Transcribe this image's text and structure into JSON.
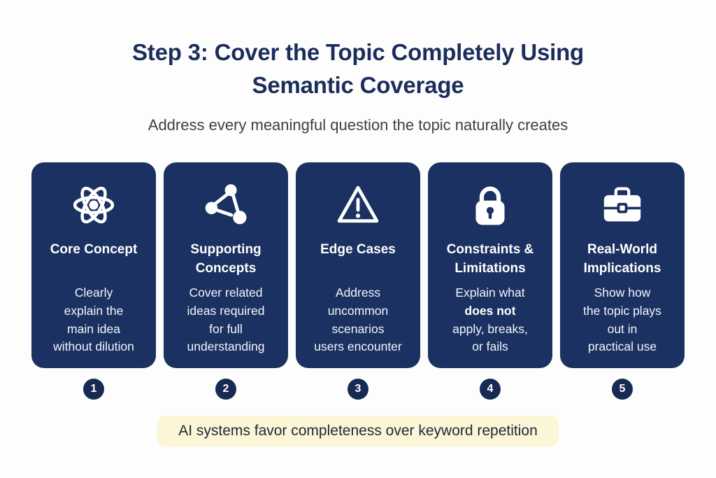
{
  "header": {
    "title": "Step 3: Cover the Topic Completely Using\nSemantic Coverage",
    "subtitle": "Address every meaningful question the topic naturally creates"
  },
  "cards": [
    {
      "number": "1",
      "icon": "atom-icon",
      "title_lines": [
        "Core Concept"
      ],
      "body_lines": [
        {
          "text": "Clearly"
        },
        {
          "text": "explain the"
        },
        {
          "text": "main idea"
        },
        {
          "text": "without dilution"
        }
      ]
    },
    {
      "number": "2",
      "icon": "network-icon",
      "title_lines": [
        "Supporting",
        "Concepts"
      ],
      "body_lines": [
        {
          "text": "Cover related"
        },
        {
          "text": "ideas required"
        },
        {
          "text": "for full"
        },
        {
          "text": "understanding"
        }
      ]
    },
    {
      "number": "3",
      "icon": "warning-triangle-icon",
      "title_lines": [
        "Edge Cases"
      ],
      "body_lines": [
        {
          "text": "Address"
        },
        {
          "text": "uncommon"
        },
        {
          "text": "scenarios"
        },
        {
          "text": "users encounter"
        }
      ]
    },
    {
      "number": "4",
      "icon": "lock-icon",
      "title_lines": [
        "Constraints &",
        "Limitations"
      ],
      "body_lines": [
        {
          "text": "Explain what"
        },
        {
          "text": "does not",
          "bold": true
        },
        {
          "text": "apply, breaks,"
        },
        {
          "text": "or fails"
        }
      ]
    },
    {
      "number": "5",
      "icon": "briefcase-icon",
      "title_lines": [
        "Real-World",
        "Implications"
      ],
      "body_lines": [
        {
          "text": "Show how"
        },
        {
          "text": "the topic plays"
        },
        {
          "text": "out in"
        },
        {
          "text": "practical use"
        }
      ]
    }
  ],
  "footer": {
    "note": "AI systems favor completeness over keyword repetition"
  },
  "colors": {
    "card_bg": "#1a3161",
    "title": "#1b2d5a",
    "subtitle": "#3c4048",
    "badge_bg": "#172a52",
    "banner_bg": "#fcf6d6",
    "banner_text": "#20293a",
    "icon": "#ffffff"
  }
}
